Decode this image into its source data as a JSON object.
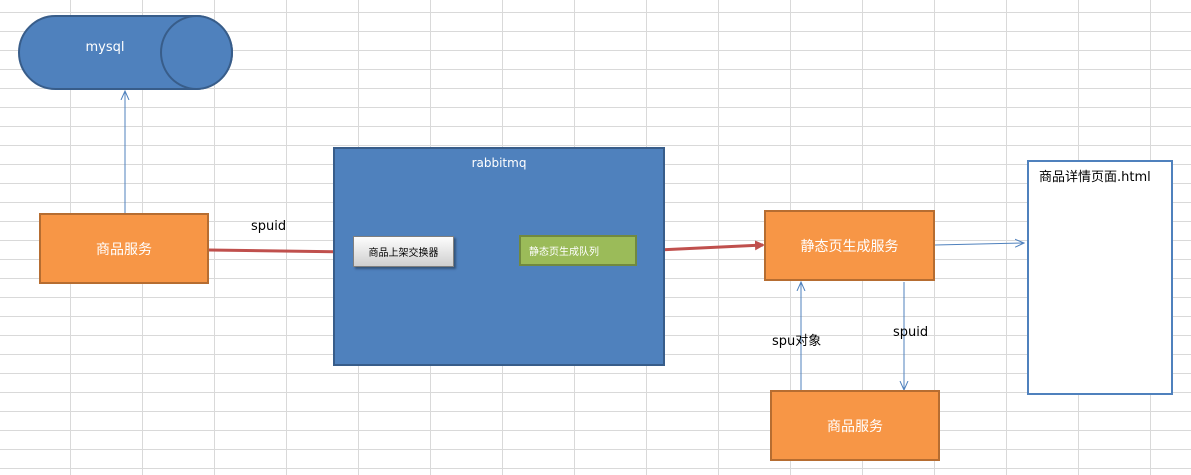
{
  "nodes": {
    "database": "mysql",
    "product_service_left": "商品服务",
    "mq_container": "rabbitmq",
    "exchange": "商品上架交换器",
    "queue": "静态页生成队列",
    "static_page_service": "静态页生成服务",
    "product_service_bottom": "商品服务",
    "detail_page": "商品详情页面.html"
  },
  "edge_labels": {
    "spuid_to_exchange": "spuid",
    "spu_object": "spu对象",
    "spuid_to_product": "spuid"
  },
  "colors": {
    "blue_fill": "#4f81bd",
    "blue_border": "#385d8a",
    "orange_fill": "#f79646",
    "green_fill": "#9bbb59",
    "red_arrow": "#c0504d"
  }
}
